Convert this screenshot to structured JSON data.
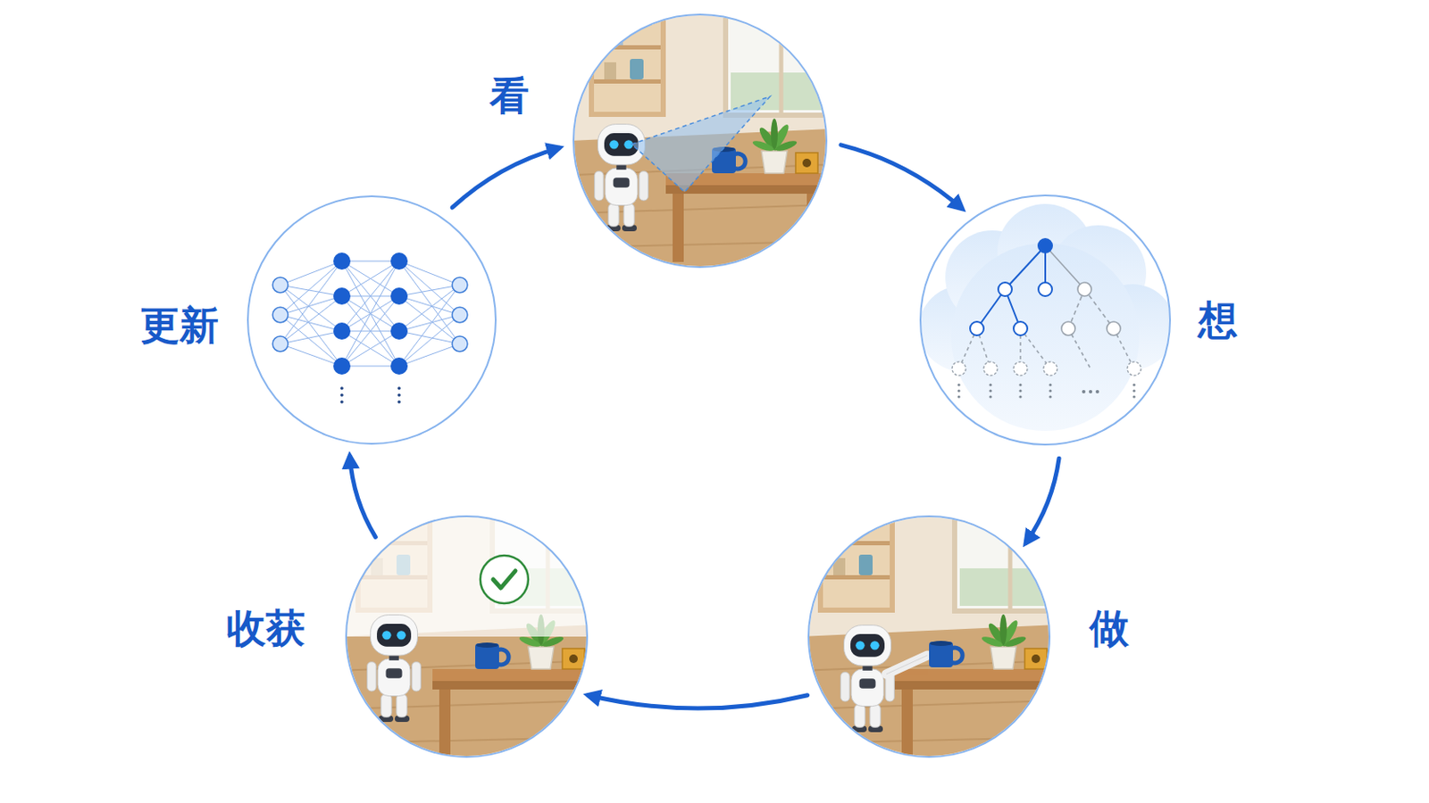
{
  "diagram": {
    "nodes": [
      {
        "text": [
          "看"
        ]
      },
      {
        "text": [
          "想"
        ]
      },
      {
        "text": [
          "做"
        ]
      },
      {
        "text": [
          "收获"
        ]
      },
      {
        "text": [
          "更新"
        ]
      }
    ],
    "edges": [
      {
        "from": 0,
        "to": 1,
        "arrow": "to"
      },
      {
        "from": 1,
        "to": 2,
        "arrow": "to"
      },
      {
        "from": 2,
        "to": 3,
        "arrow": "to"
      },
      {
        "from": 3,
        "to": 4,
        "arrow": "to"
      },
      {
        "from": 4,
        "to": 0,
        "arrow": "to"
      }
    ]
  }
}
